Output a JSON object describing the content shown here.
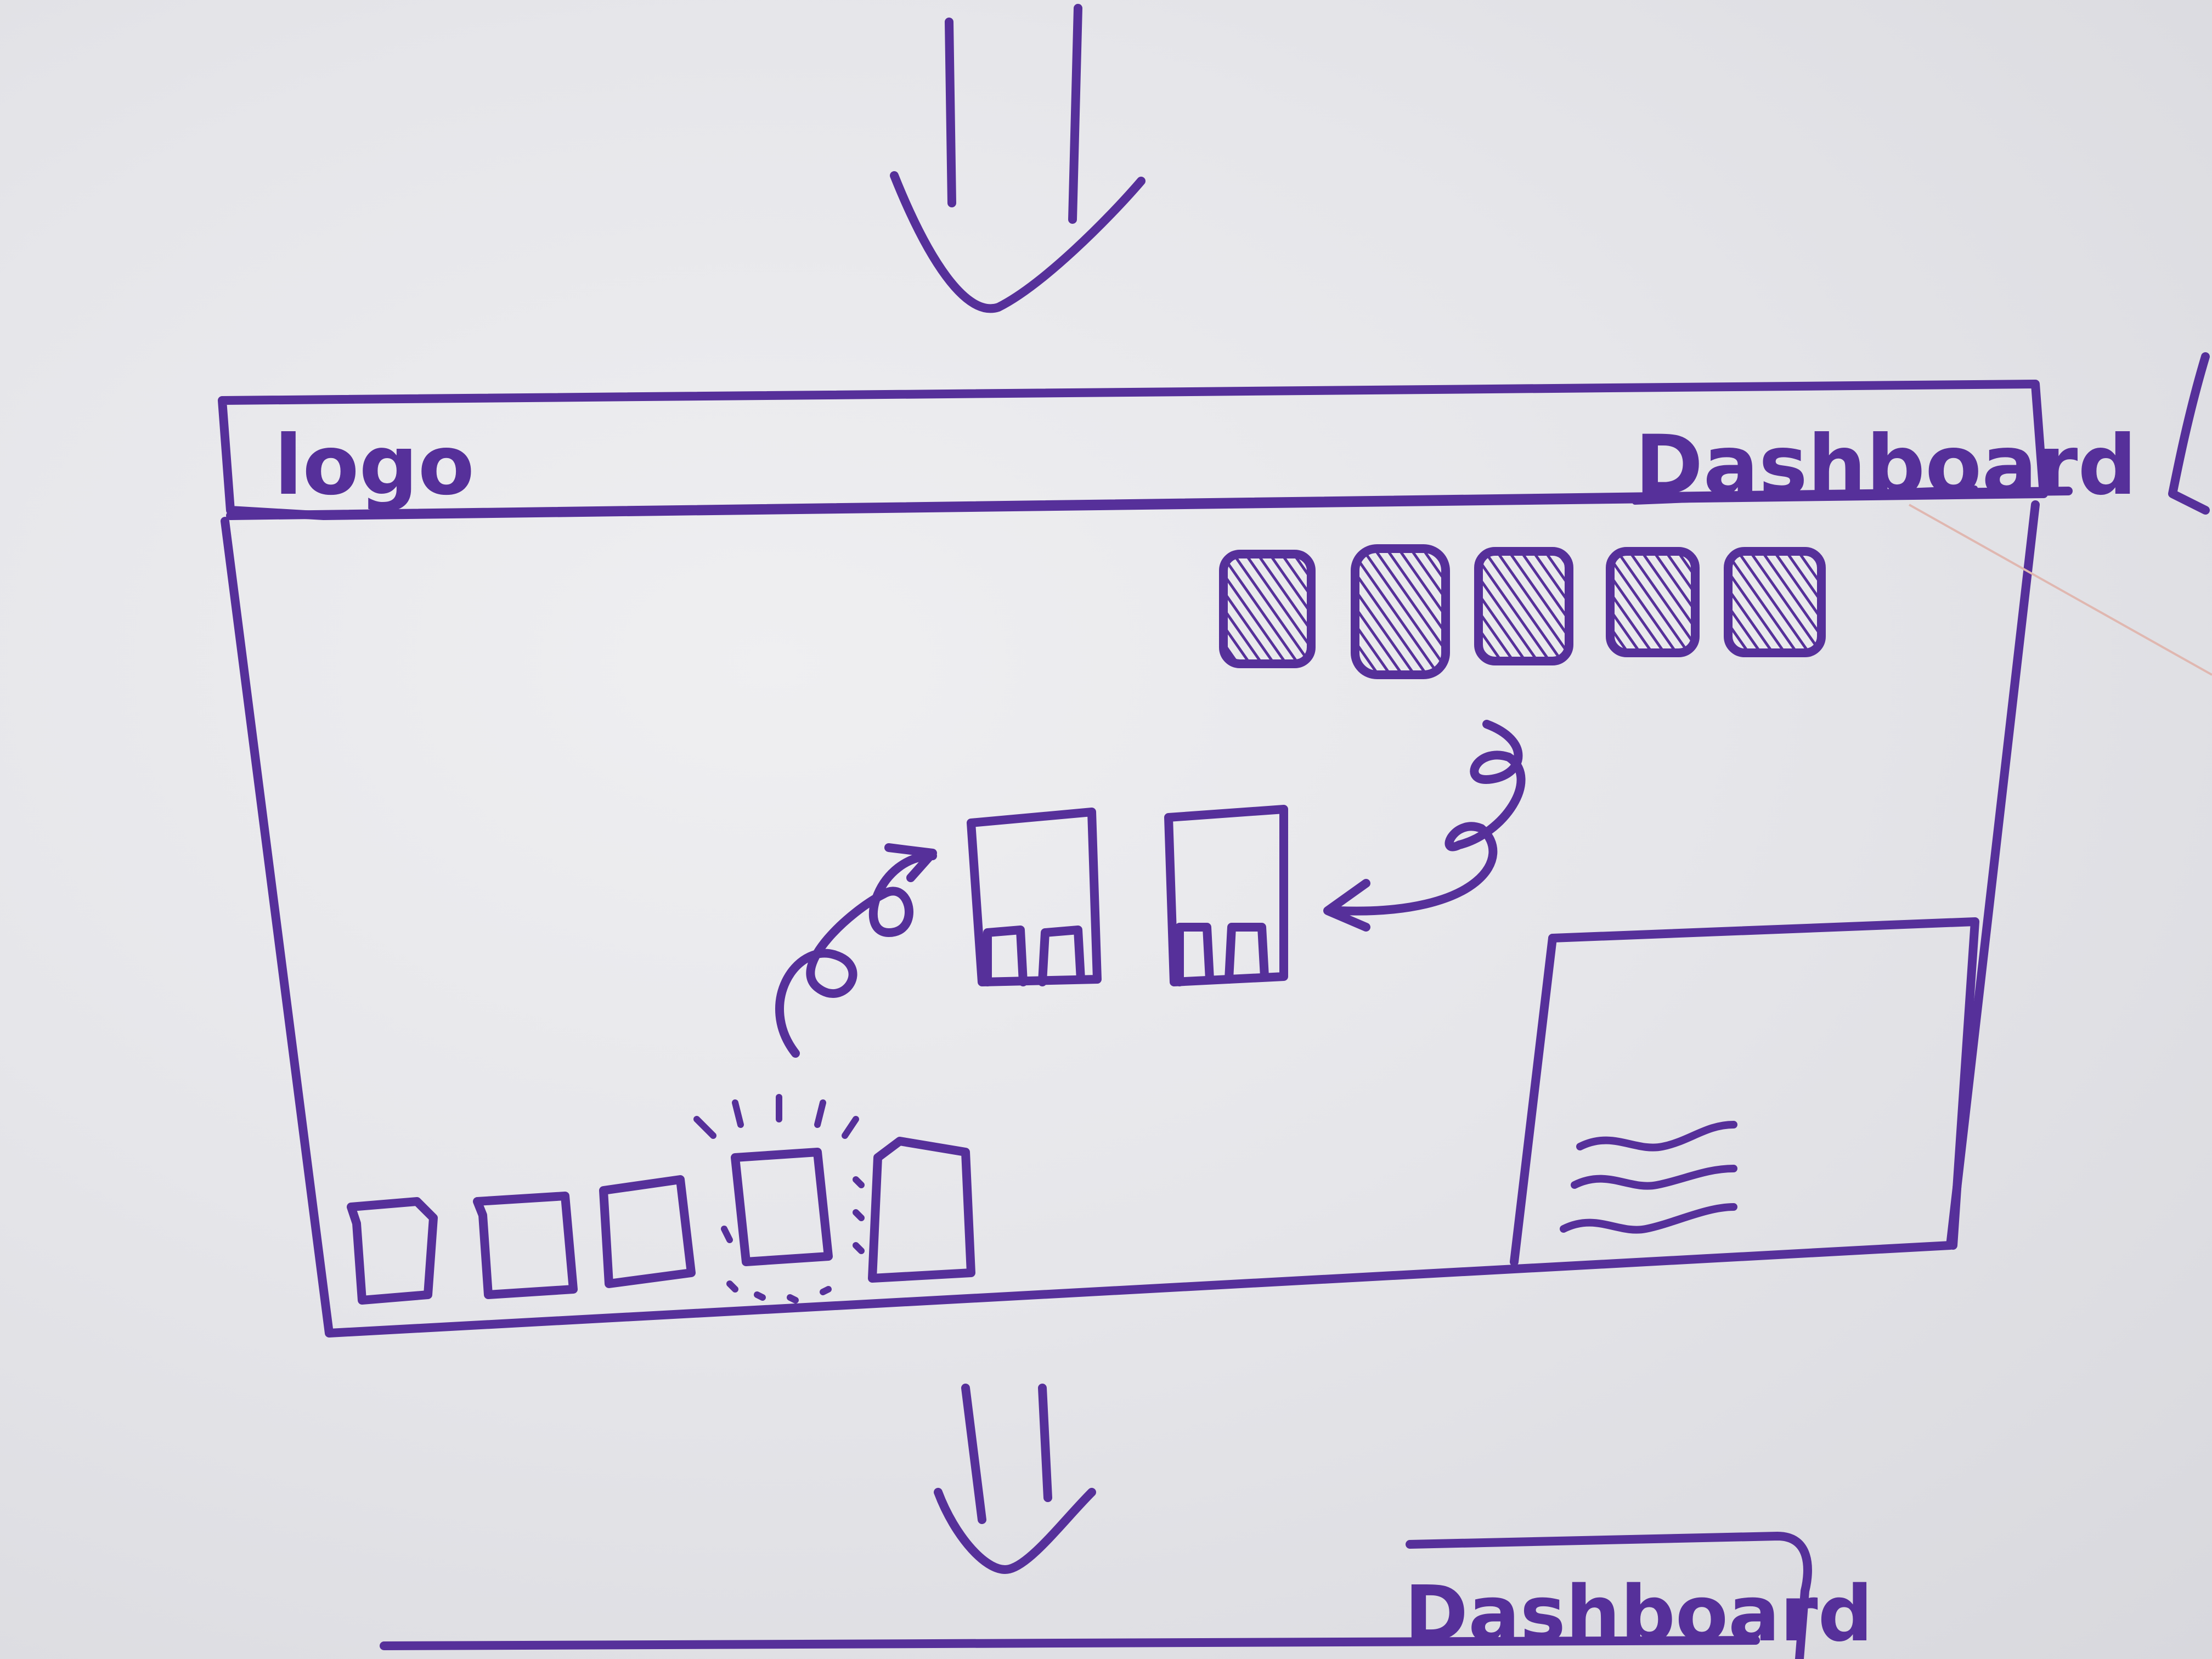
{
  "sketch": {
    "ink_color": "#56309a",
    "board_color": "#e9e9ec",
    "top_arrow": {
      "icon": "double-line-down-arrow"
    },
    "wireframe": {
      "header": {
        "logo_text": "logo",
        "nav_text": "Dashboard"
      },
      "top_cards": {
        "count": 5,
        "style": "filled"
      },
      "middle_cards": {
        "count": 2,
        "style": "open-with-legs"
      },
      "bottom_cards": {
        "count": 5,
        "highlighted_index": 3
      },
      "info_panel": {
        "icon": "wave-lines"
      }
    },
    "bottom_arrow": {
      "icon": "double-line-down-arrow"
    },
    "next_frame": {
      "header": {
        "nav_text": "Dashboard"
      }
    }
  }
}
